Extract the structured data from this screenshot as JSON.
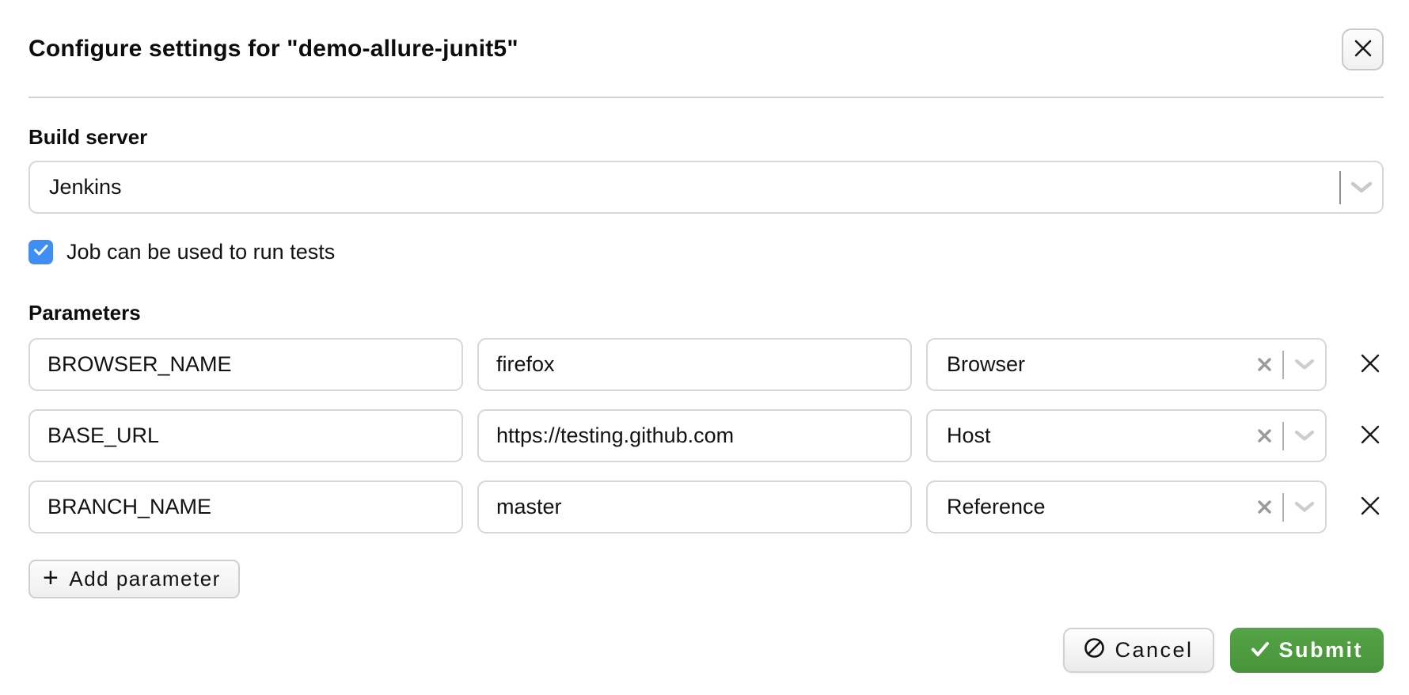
{
  "modal": {
    "title": "Configure settings for \"demo-allure-junit5\""
  },
  "build_server": {
    "label": "Build server",
    "selected_value": "Jenkins"
  },
  "job_checkbox": {
    "label": "Job can be used to run tests",
    "checked": true
  },
  "parameters": {
    "label": "Parameters",
    "rows": [
      {
        "name": "BROWSER_NAME",
        "value": "firefox",
        "type": "Browser"
      },
      {
        "name": "BASE_URL",
        "value": "https://testing.github.com",
        "type": "Host"
      },
      {
        "name": "BRANCH_NAME",
        "value": "master",
        "type": "Reference"
      }
    ],
    "add_button_label": "Add parameter"
  },
  "footer": {
    "cancel_label": "Cancel",
    "submit_label": "Submit"
  },
  "icons": {
    "close": "✕",
    "plus": "+",
    "clear": "✕",
    "chevron_down": "⌄",
    "remove_row": "✕",
    "cancel_slash_circle": "⊘",
    "submit_check": "✓"
  },
  "colors": {
    "checkbox_blue": "#3f8ef3",
    "submit_green": "#4e9c40",
    "input_border": "#d7d7d7",
    "divider": "#d3d3d3"
  }
}
